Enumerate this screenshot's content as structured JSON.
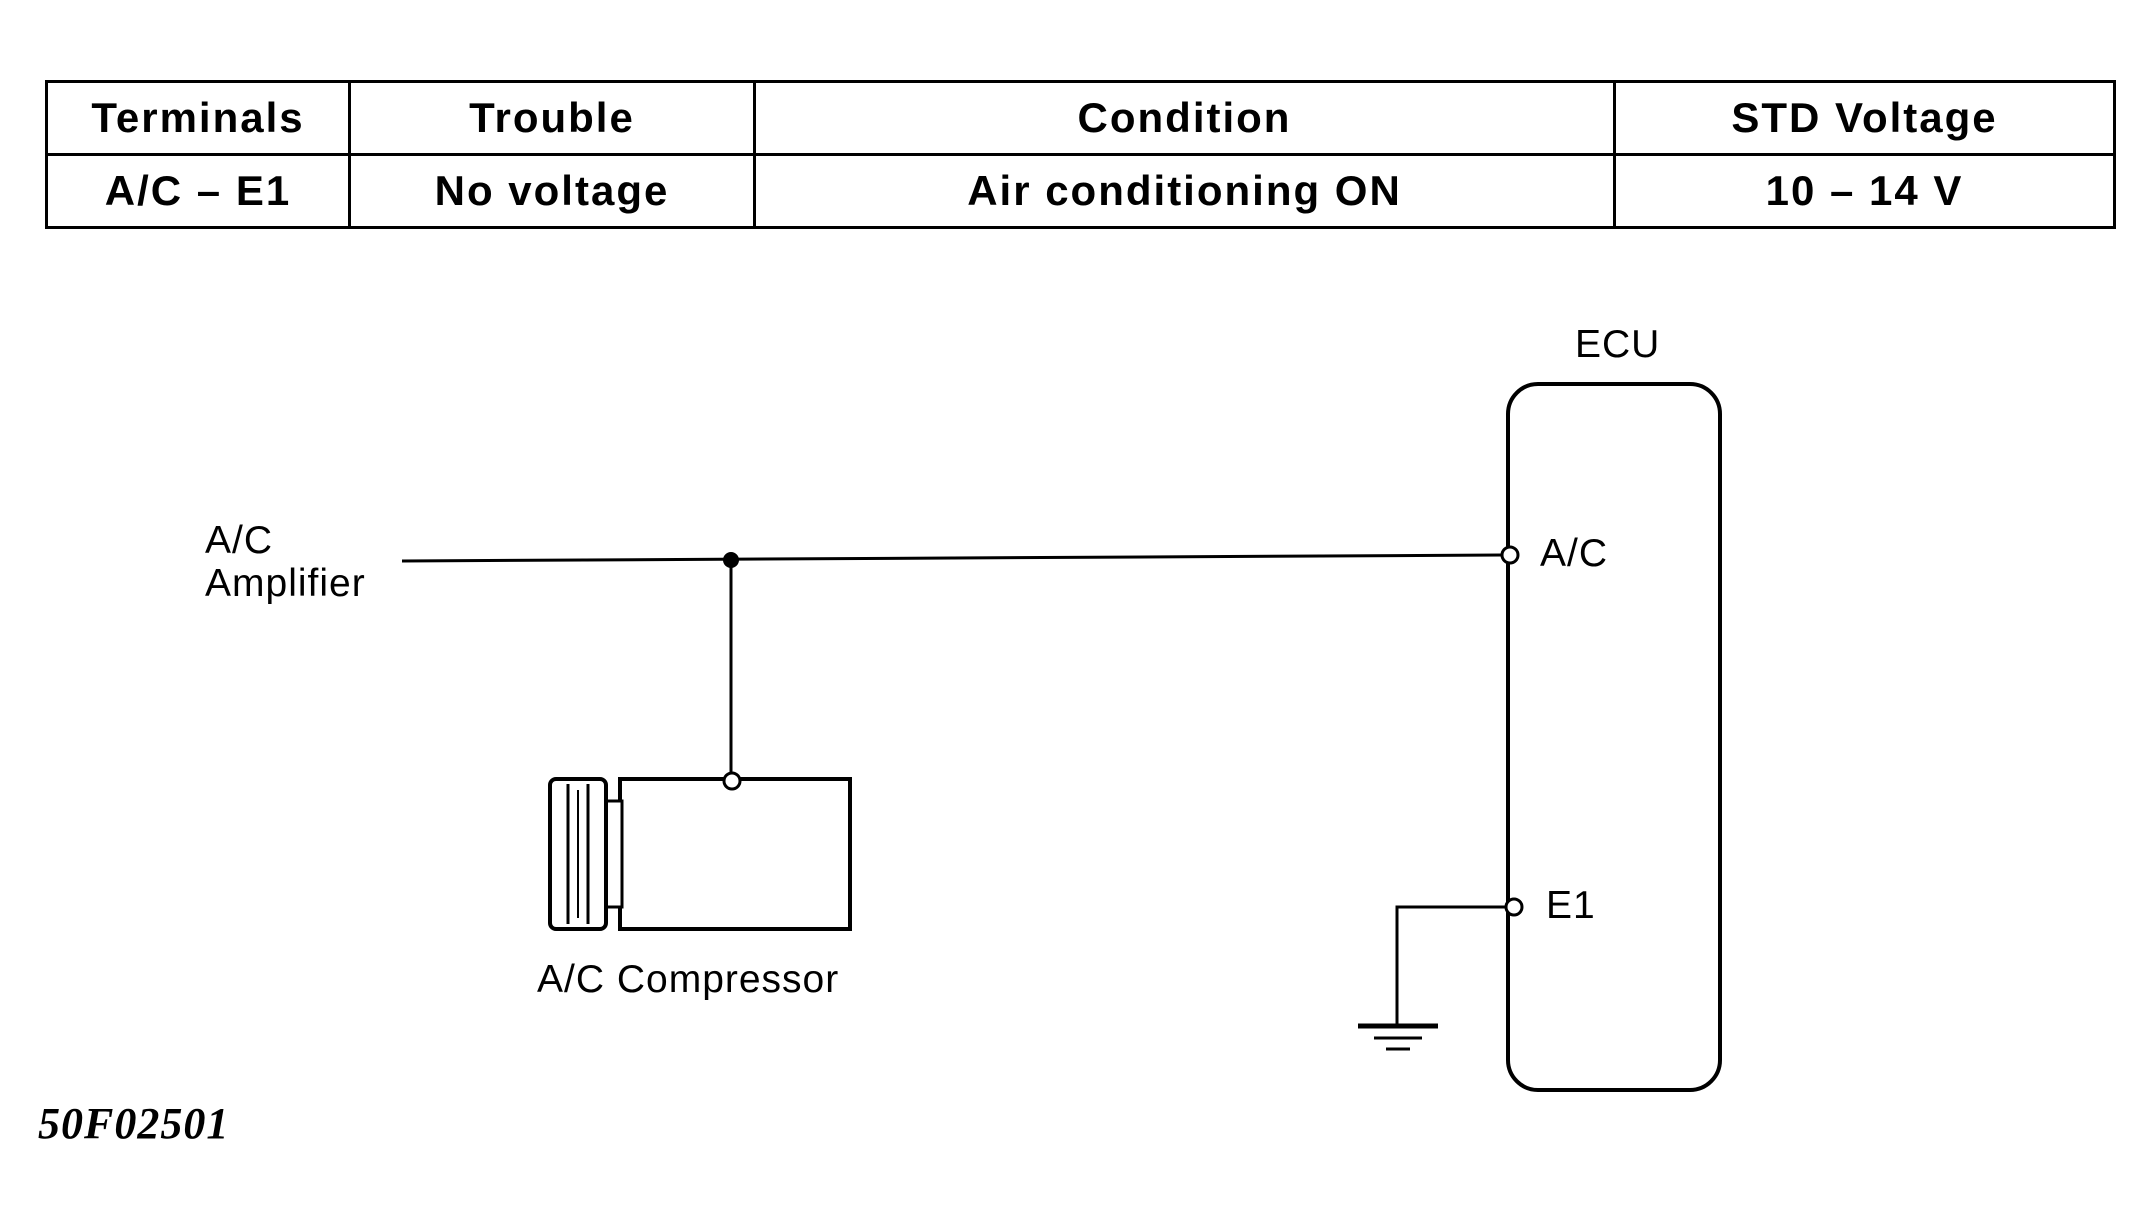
{
  "table": {
    "headers": [
      "Terminals",
      "Trouble",
      "Condition",
      "STD Voltage"
    ],
    "rows": [
      [
        "A/C – E1",
        "No voltage",
        "Air conditioning ON",
        "10 – 14 V"
      ]
    ]
  },
  "diagram": {
    "ecu_label": "ECU",
    "amp_label_line1": "A/C",
    "amp_label_line2": "Amplifier",
    "ecu_terminal_ac": "A/C",
    "ecu_terminal_e1": "E1",
    "compressor_label": "A/C Compressor"
  },
  "figure_id": "50F02501"
}
